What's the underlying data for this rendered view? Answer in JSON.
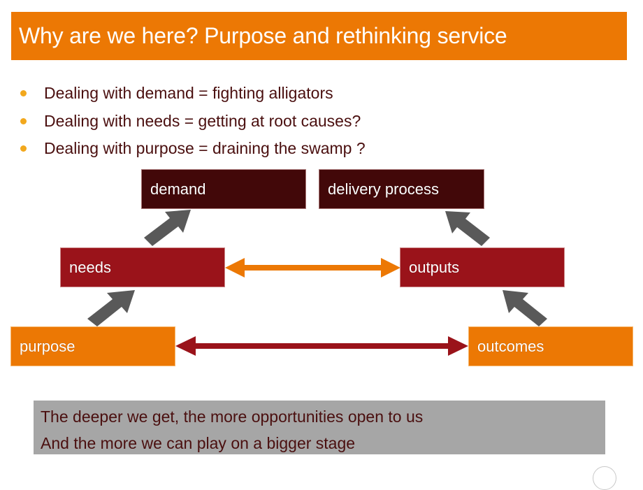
{
  "slide": {
    "title": "Why are we here? Purpose and rethinking service",
    "bullets": [
      "Dealing with demand = fighting alligators",
      "Dealing with needs = getting at root causes?",
      "Dealing with purpose = draining the swamp ?"
    ],
    "diagram": {
      "boxes": {
        "demand": "demand",
        "delivery_process": "delivery process",
        "needs": "needs",
        "outputs": "outputs",
        "purpose": "purpose",
        "outcomes": "outcomes"
      },
      "connections": [
        {
          "from": "needs",
          "to": "demand",
          "type": "arrow",
          "color": "#595959"
        },
        {
          "from": "outputs",
          "to": "delivery_process",
          "type": "arrow",
          "color": "#595959"
        },
        {
          "from": "purpose",
          "to": "needs",
          "type": "arrow",
          "color": "#595959"
        },
        {
          "from": "outcomes",
          "to": "outputs",
          "type": "arrow",
          "color": "#595959"
        },
        {
          "from": "needs",
          "to": "outputs",
          "type": "double-arrow",
          "color": "#ec7804"
        },
        {
          "from": "purpose",
          "to": "outcomes",
          "type": "double-arrow",
          "color": "#9a131a"
        }
      ]
    },
    "note": [
      "The deeper we get, the more opportunities open to us",
      "And the more we can play on a bigger stage"
    ],
    "colors": {
      "accent_orange": "#ec7804",
      "dark_maroon": "#420809",
      "red": "#9a131a",
      "bullet": "#f2a81d",
      "text": "#4a0f0f",
      "note_bg": "#a6a6a6",
      "arrow_gray": "#595959"
    }
  }
}
